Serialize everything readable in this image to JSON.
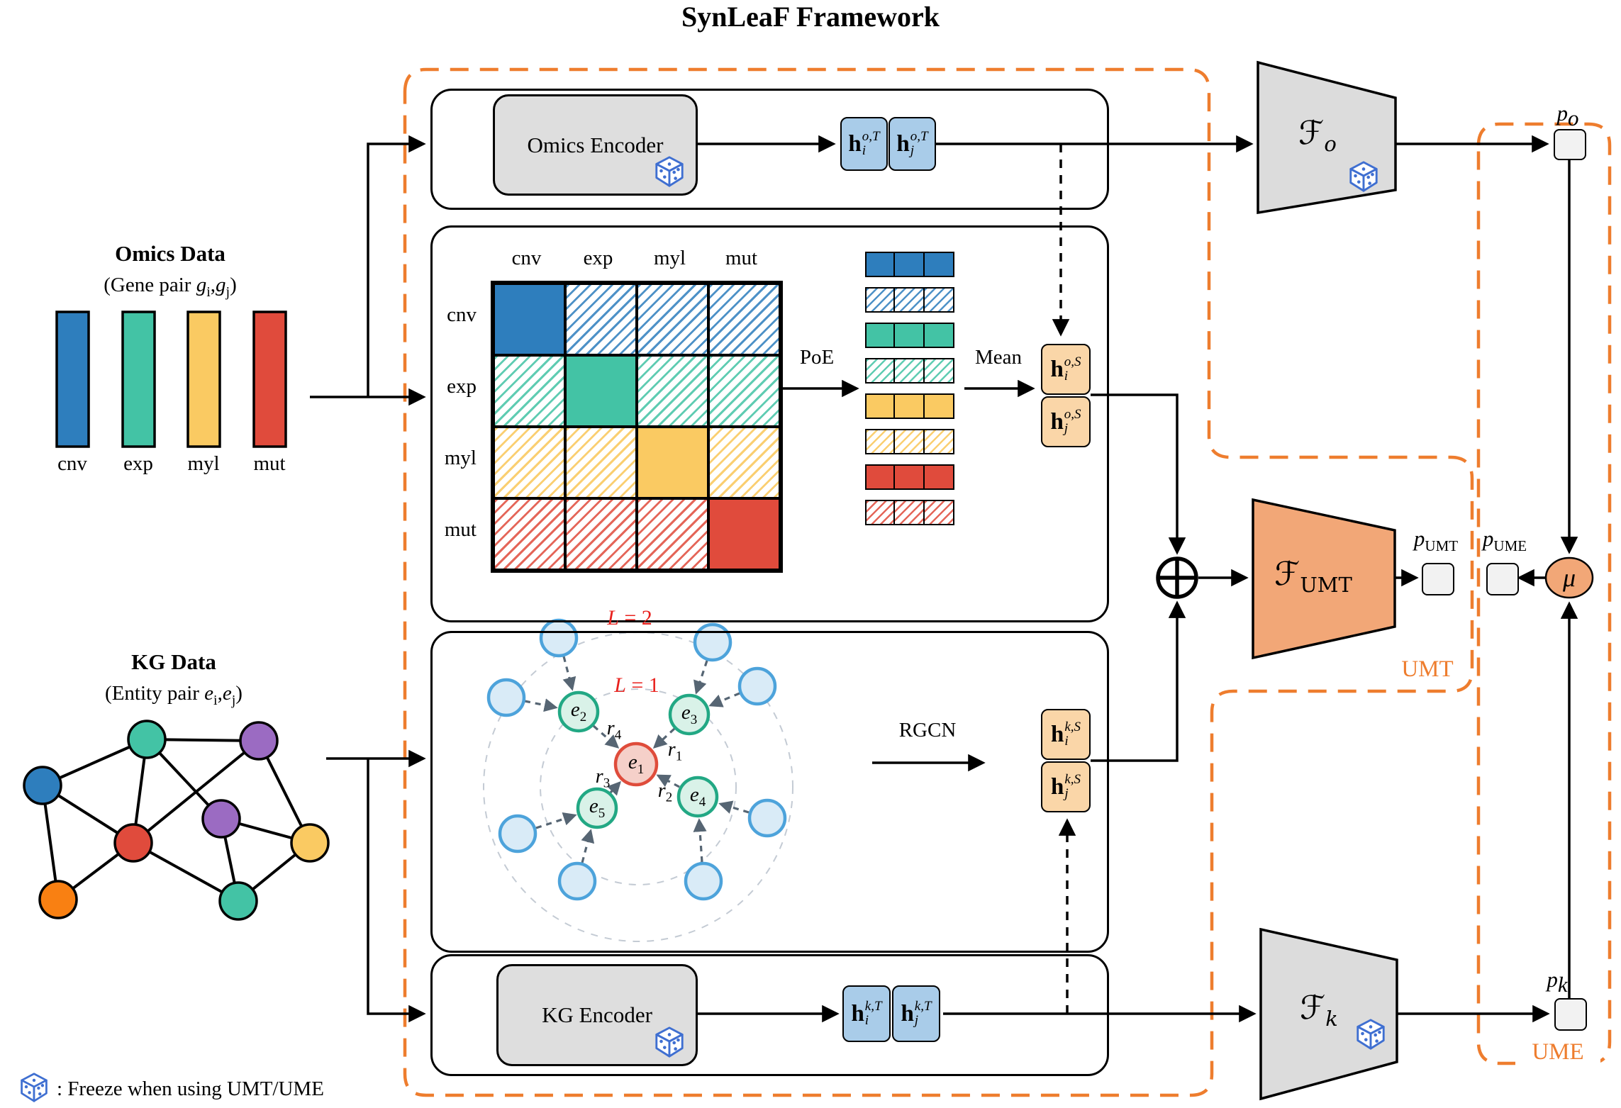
{
  "title": "SynLeaF Framework",
  "omics_panel": {
    "heading": "Omics Data",
    "subtitle": {
      "pre": "(Gene pair ",
      "base_i": "g",
      "sub_i": "i",
      "sep": ",",
      "base_j": "g",
      "sub_j": "j",
      "post": ")"
    },
    "bars": [
      {
        "label": "cnv",
        "color": "#2E7EBD"
      },
      {
        "label": "exp",
        "color": "#43C3A5"
      },
      {
        "label": "myl",
        "color": "#FACA62"
      },
      {
        "label": "mut",
        "color": "#E04B3C"
      }
    ]
  },
  "kg_panel": {
    "heading": "KG Data",
    "subtitle": {
      "pre": "(Entity pair ",
      "base_i": "e",
      "sub_i": "i",
      "sep": ",",
      "base_j": "e",
      "sub_j": "j",
      "post": ")"
    },
    "nodes": [
      {
        "color": "#43C3A5"
      },
      {
        "color": "#9B6BC2"
      },
      {
        "color": "#2E7EBD"
      },
      {
        "color": "#E04B3C"
      },
      {
        "color": "#9B6BC2"
      },
      {
        "color": "#FACA62"
      },
      {
        "color": "#F98012"
      },
      {
        "color": "#43C3A5"
      }
    ]
  },
  "encoders": {
    "omics": "Omics Encoder",
    "kg": "KG Encoder"
  },
  "matrix": {
    "labels": [
      "cnv",
      "exp",
      "myl",
      "mut"
    ]
  },
  "flow_labels": {
    "poe": "PoE",
    "mean": "Mean",
    "rgcn": "RGCN"
  },
  "vectors": {
    "h_oT_i": {
      "base": "h",
      "sup": "o,T",
      "sub": "i"
    },
    "h_oT_j": {
      "base": "h",
      "sup": "o,T",
      "sub": "j"
    },
    "h_oS_i": {
      "base": "h",
      "sup": "o,S",
      "sub": "i"
    },
    "h_oS_j": {
      "base": "h",
      "sup": "o,S",
      "sub": "j"
    },
    "h_kS_i": {
      "base": "h",
      "sup": "k,S",
      "sub": "i"
    },
    "h_kS_j": {
      "base": "h",
      "sup": "k,S",
      "sub": "j"
    },
    "h_kT_i": {
      "base": "h",
      "sup": "k,T",
      "sub": "i"
    },
    "h_kT_j": {
      "base": "h",
      "sup": "k,T",
      "sub": "j"
    }
  },
  "neighborhood": {
    "ring_outer": {
      "base": "L",
      "eq": " = 2"
    },
    "ring_inner": {
      "base": "L",
      "eq": " = 1"
    },
    "center": {
      "base": "e",
      "sub": "1"
    },
    "hops": [
      {
        "base": "e",
        "sub": "2"
      },
      {
        "base": "e",
        "sub": "3"
      },
      {
        "base": "e",
        "sub": "4"
      },
      {
        "base": "e",
        "sub": "5"
      }
    ],
    "relations": [
      {
        "base": "r",
        "sub": "1"
      },
      {
        "base": "r",
        "sub": "2"
      },
      {
        "base": "r",
        "sub": "3"
      },
      {
        "base": "r",
        "sub": "4"
      }
    ]
  },
  "heads": {
    "omics": {
      "base": "ℱ",
      "sub": "o"
    },
    "fusion": {
      "base": "ℱ",
      "sub": "UMT"
    },
    "kg": {
      "base": "ℱ",
      "sub": "k"
    }
  },
  "outputs": {
    "p_o": {
      "base": "p",
      "sub": "o"
    },
    "p_umt": {
      "base": "p",
      "sub": "UMT"
    },
    "p_ume": {
      "base": "p",
      "sub": "UME"
    },
    "p_k": {
      "base": "p",
      "sub": "k"
    },
    "mu": "μ"
  },
  "regions": {
    "umt": "UMT",
    "ume": "UME"
  },
  "legend": {
    "text": ": Freeze when using UMT/UME"
  },
  "colors": {
    "accent_dashed": "#EE7D2E",
    "blue": "#2E7EBD",
    "green": "#43C3A5",
    "yellow": "#FACA62",
    "red": "#E04B3C",
    "purple": "#9B6BC2",
    "orange_node": "#F98012",
    "vector_blue": "#A9CCE9",
    "vector_orange": "#FAD6A8",
    "trapezoid_gray": "#DCDCDC",
    "trapezoid_orange": "#F2A777",
    "encoder_gray": "#DEDEDE",
    "prob_box": "#F2F2F2",
    "dice_blue": "#3F6FD1",
    "ring_label_red": "#E8211D",
    "neighbor_fill": "#D9EBF7",
    "neighbor_stroke": "#4DA3DB",
    "hop_fill": "#D9F2E8",
    "hop_stroke": "#22A884",
    "center_fill": "#F5D0C9",
    "center_stroke": "#DF4C3B"
  }
}
